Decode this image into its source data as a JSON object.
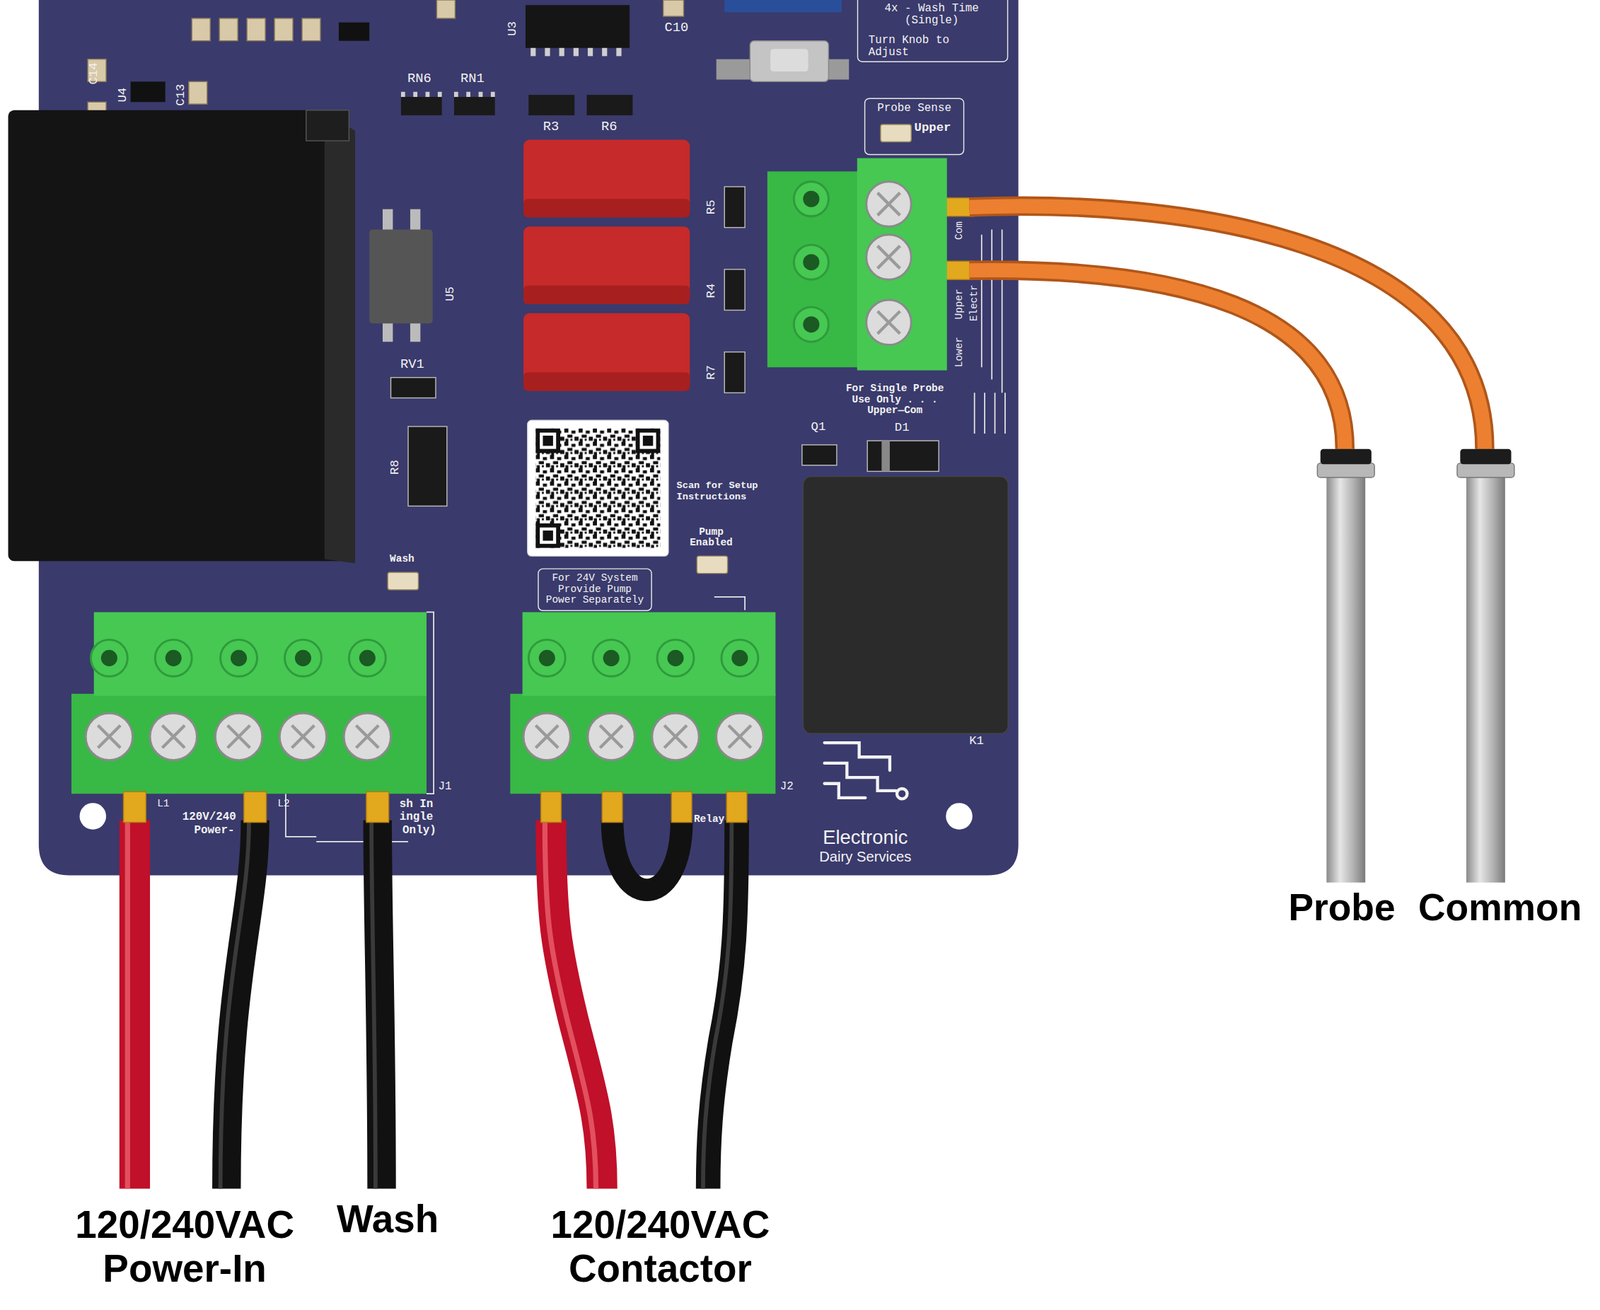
{
  "diagram": {
    "nodes": [
      {
        "text": [
          "Probe Sense",
          "Upper"
        ]
      },
      {
        "text": [
          "4x - Wash Time (Single)",
          "Turn Knob to Adjust"
        ]
      },
      {
        "text": [
          "For 24V System Provide Pump Power Separately"
        ]
      }
    ],
    "labels": [
      "C14",
      "U4",
      "C13",
      "U3",
      "C10",
      "RN6",
      "RN1",
      "R3",
      "R6",
      "R5",
      "R4",
      "R7",
      "U5",
      "RV1",
      "R8",
      "Wash",
      "Scan for Setup Instructions",
      "Pump Enabled",
      "Q1",
      "D1",
      "K1",
      "J1",
      "J2",
      "L1",
      "L2",
      "120V/240",
      "Power-",
      "sh In",
      "ingle",
      "Only)",
      "Relay",
      "Com",
      "Upper",
      "Lower",
      "Electr",
      "For Single Probe Use Only . . . Upper—Com",
      "Electronic",
      "Dairy Services",
      "120/240VAC Power-In",
      "Wash",
      "120/240VAC Contactor",
      "Probe",
      "Common"
    ]
  }
}
